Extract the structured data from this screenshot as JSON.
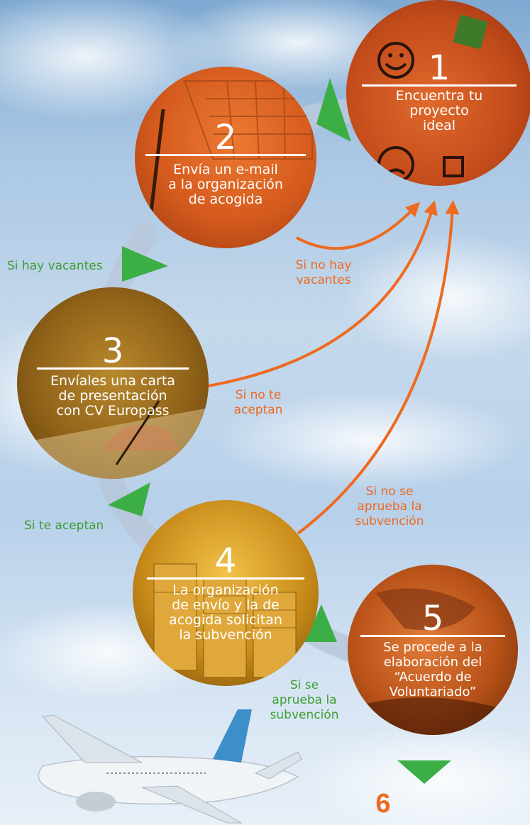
{
  "steps": [
    {
      "number": "1",
      "text": "Encuentra tu\nproyecto\nideal"
    },
    {
      "number": "2",
      "text": "Envía un e-mail\na la organización\nde acogida"
    },
    {
      "number": "3",
      "text": "Envíales una carta\nde presentación\ncon CV Europass"
    },
    {
      "number": "4",
      "text": "La organización\nde envío y la de\nacogida solicitan\nla subvención"
    },
    {
      "number": "5",
      "text": "Se procede a la\nelaboración del\n“Acuerdo de\nVoluntariado”"
    }
  ],
  "next_step": "6",
  "labels": {
    "si_hay_vacantes": "Si hay vacantes",
    "si_no_hay_vacantes": "Si no hay\nvacantes",
    "si_no_te_aceptan": "Si no te\naceptan",
    "si_te_aceptan": "Si te aceptan",
    "si_no_se_aprueba": "Si no se\naprueba la\nsubvención",
    "si_se_aprueba": "Si se\naprueba la\nsubvención"
  },
  "colors": {
    "orange": "#ee6a1f",
    "green": "#3c9e34",
    "track": "#b9c8dc",
    "white": "#ffffff"
  }
}
